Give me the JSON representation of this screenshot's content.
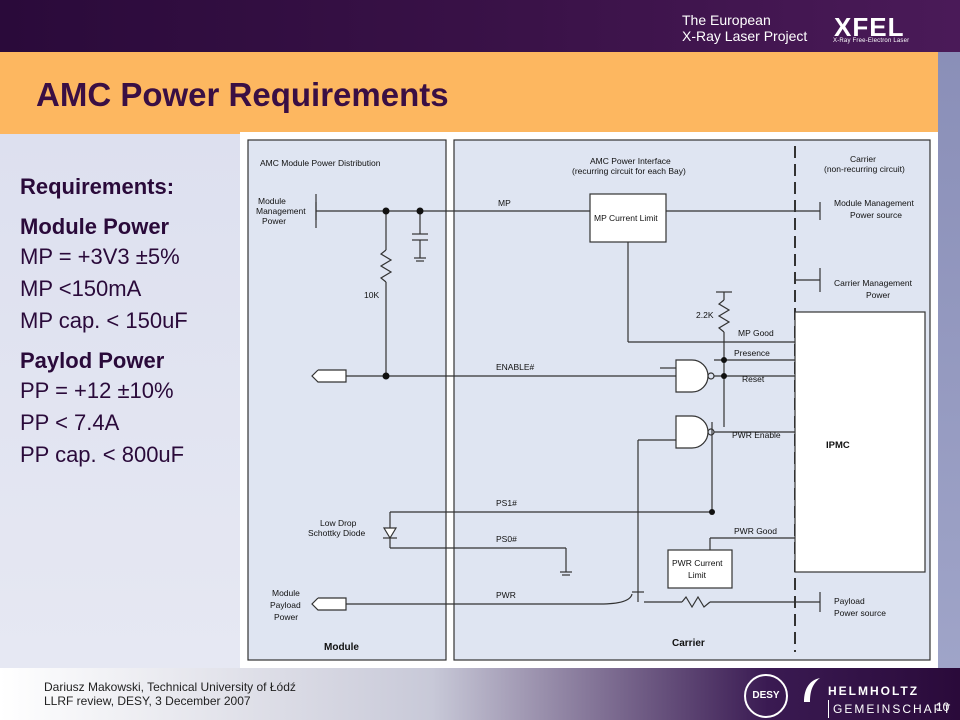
{
  "header": {
    "project_line1": "The European",
    "project_line2": "X-Ray Laser Project",
    "logo": "XFEL",
    "logo_sub": "X-Ray Free-Electron Laser"
  },
  "title": "AMC Power Requirements",
  "requirements": {
    "heading": "Requirements:",
    "module_power_heading": "Module Power",
    "module_power": [
      "MP = +3V3 ±5%",
      "MP <150mA",
      "MP cap. < 150uF"
    ],
    "payload_power_heading": "Paylod Power",
    "payload_power": [
      "PP = +12 ±10%",
      "PP < 7.4A",
      "PP cap. < 800uF"
    ]
  },
  "diagram": {
    "module_section_title": "AMC  Module  Power Distribution",
    "module_mgmt_power": [
      "Module",
      "Management",
      "Power"
    ],
    "resistor_10k": "10K",
    "amc_power_interface": [
      "AMC Power Interface",
      "(recurring circuit for each Bay)"
    ],
    "carrier_title": [
      "Carrier",
      "(non-recurring circuit)"
    ],
    "mp_label": "MP",
    "mp_current_limit": "MP Current Limit",
    "module_mgmt_power_source": [
      "Module Management",
      "Power source"
    ],
    "carrier_mgmt_power": [
      "Carrier Management",
      "Power"
    ],
    "resistor_2k2": "2.2K",
    "mp_good": "MP Good",
    "enable": "ENABLE#",
    "presence": "Presence",
    "reset": "Reset",
    "pwr_enable": "PWR Enable",
    "ipmc": "IPMC",
    "ps1": "PS1#",
    "low_drop_schottky": [
      "Low Drop",
      "Schottky Diode"
    ],
    "ps0": "PS0#",
    "pwr_good": "PWR Good",
    "pwr_current_limit": [
      "PWR Current",
      "Limit"
    ],
    "pwr": "PWR",
    "module_payload_power": [
      "Module",
      "Payload",
      "Power"
    ],
    "payload_power_source": [
      "Payload",
      "Power source"
    ],
    "module_label": "Module",
    "carrier_label": "Carrier"
  },
  "footer": {
    "line1": "Dariusz Makowski, Technical University of Łódź",
    "line2": "LLRF review, DESY, 3 December 2007",
    "desy": "DESY",
    "helmholtz1": "HELMHOLTZ",
    "helmholtz2": "GEMEINSCHAFT",
    "page": "10"
  },
  "colors": {
    "title_band": "#fdb760",
    "header_band": "#2a0a3a",
    "diagram_panel": "#dfe5f2"
  }
}
